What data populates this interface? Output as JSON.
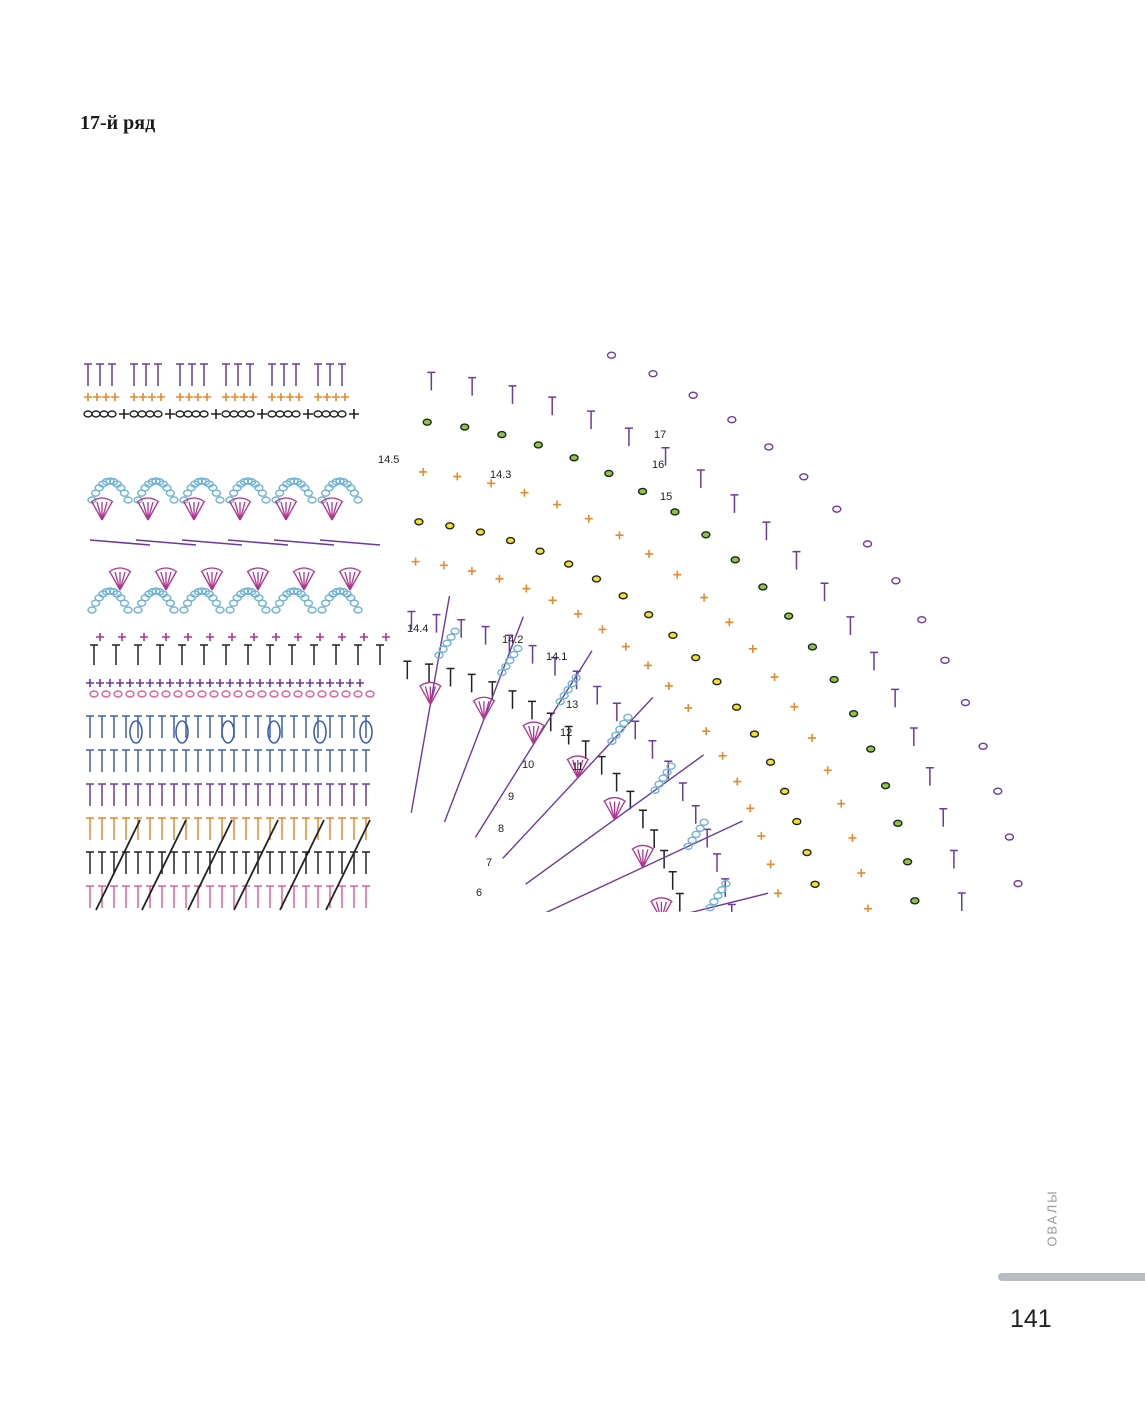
{
  "page": {
    "heading": "17-й ряд",
    "section": "ОВАЛЫ",
    "page_number": "141"
  },
  "diagram": {
    "row_labels": [
      "17",
      "16",
      "15",
      "14.5",
      "14.4",
      "14.3",
      "14.2",
      "14.1",
      "13",
      "12",
      "11",
      "10",
      "9",
      "8",
      "7",
      "6"
    ],
    "colors": {
      "purple": "#6b3aa0",
      "orange": "#e8892a",
      "black": "#222222",
      "light_blue": "#6fb3d6",
      "magenta": "#b0348e",
      "pink": "#e0609a",
      "blue": "#3f5fb5",
      "yellow_highlight": "#f2e32a",
      "green_highlight": "#8cc63f"
    }
  }
}
